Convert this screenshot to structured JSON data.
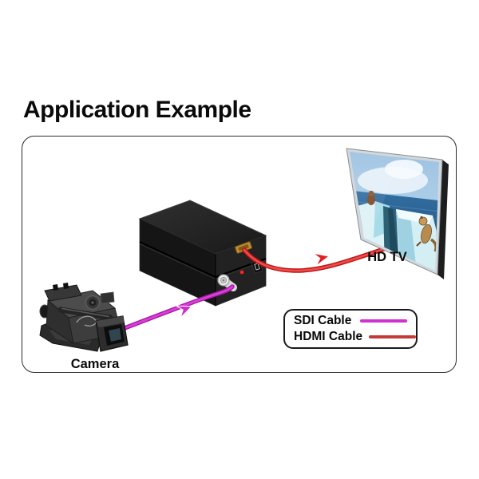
{
  "title": "Application Example",
  "diagram": {
    "camera_label": "Camera",
    "tv_label": "HD TV",
    "legend": {
      "items": [
        {
          "label": "SDI Cable",
          "color": "#cf32cf"
        },
        {
          "label": "HDMI Cable",
          "color": "#c43a3a"
        }
      ]
    },
    "colors": {
      "sdi_cable": "#cc2ccc",
      "hdmi_cable": "#e02020",
      "converter_box": "#1d1d1d",
      "hdmi_port": "#c08a2e",
      "power_led": "#ff2a2a"
    }
  }
}
